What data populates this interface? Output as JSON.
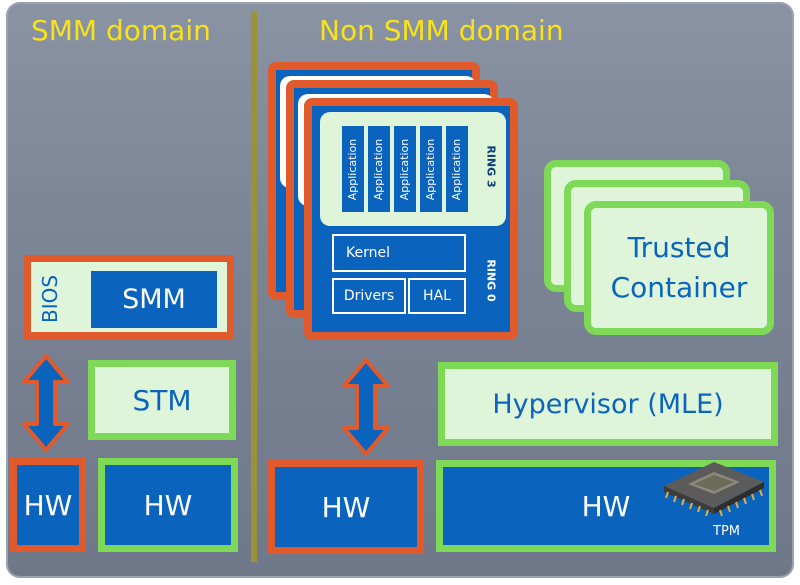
{
  "titles": {
    "smm": "SMM domain",
    "non_smm": "Non SMM domain"
  },
  "smm_side": {
    "bios_label": "BIOS",
    "smm_label": "SMM",
    "stm_label": "STM",
    "hw_left": "HW",
    "hw_right": "HW"
  },
  "os_stack": {
    "apps": [
      "Application",
      "Application",
      "Application",
      "Application",
      "Application"
    ],
    "ring3": "RING 3",
    "kernel": "Kernel",
    "drivers": "Drivers",
    "hal": "HAL",
    "ring0": "RING 0",
    "hw": "HW"
  },
  "trusted": {
    "line1": "Trusted",
    "line2": "Container"
  },
  "hypervisor": "Hypervisor (MLE)",
  "hw_main": "HW",
  "tpm": "TPM",
  "colors": {
    "orange": "#e05a2c",
    "green": "#7ed957",
    "blue": "#0a63bd",
    "light": "#dff5d9",
    "yellow": "#f7e21c"
  }
}
